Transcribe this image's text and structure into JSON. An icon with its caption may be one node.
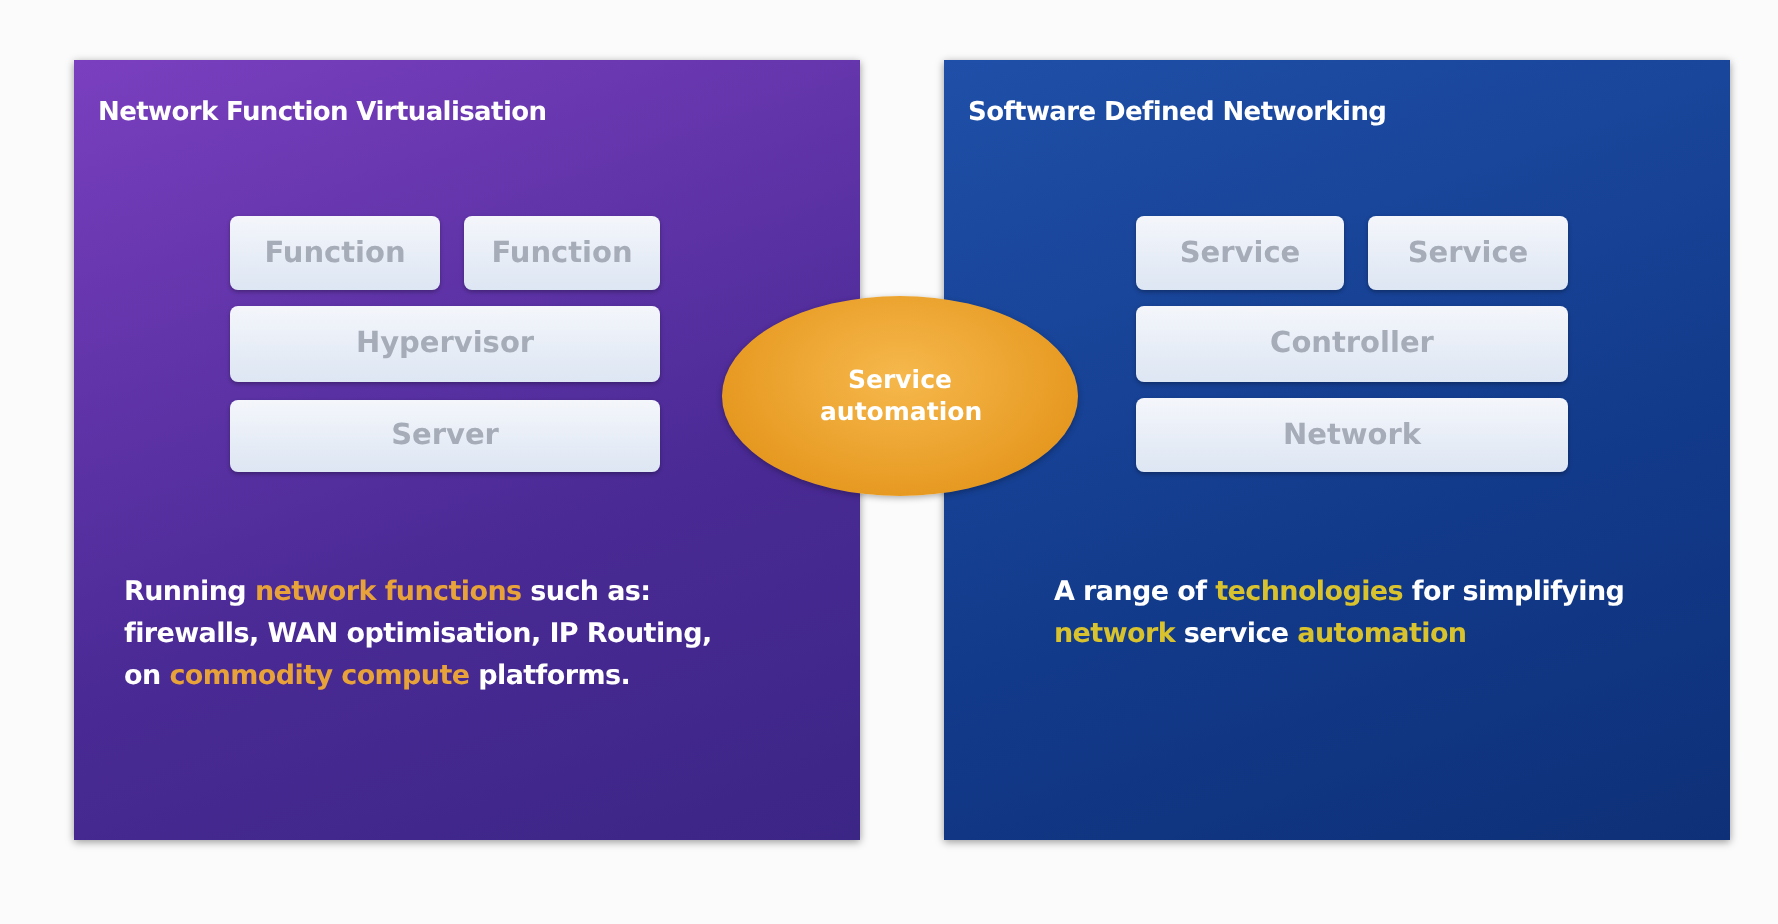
{
  "diagram": {
    "nodes": [
      {
        "text": [
          "Network Function Virtualisation",
          "Running **network functions** such as: firewalls, WAN optimisation, IP Routing, on **commodity compute** platforms."
        ]
      },
      {
        "text": [
          "Function"
        ],
        "in": 0
      },
      {
        "text": [
          "Function"
        ],
        "in": 0
      },
      {
        "text": [
          "Hypervisor"
        ],
        "in": 0
      },
      {
        "text": [
          "Server"
        ],
        "in": 0
      },
      {
        "text": [
          "Software Defined Networking",
          "A range of **technologies** for simplifying **network** service **automation**"
        ]
      },
      {
        "text": [
          "Service"
        ],
        "in": 5
      },
      {
        "text": [
          "Service"
        ],
        "in": 5
      },
      {
        "text": [
          "Controller"
        ],
        "in": 5
      },
      {
        "text": [
          "Network"
        ],
        "in": 5
      },
      {
        "text": [
          "Service automation"
        ]
      }
    ]
  }
}
